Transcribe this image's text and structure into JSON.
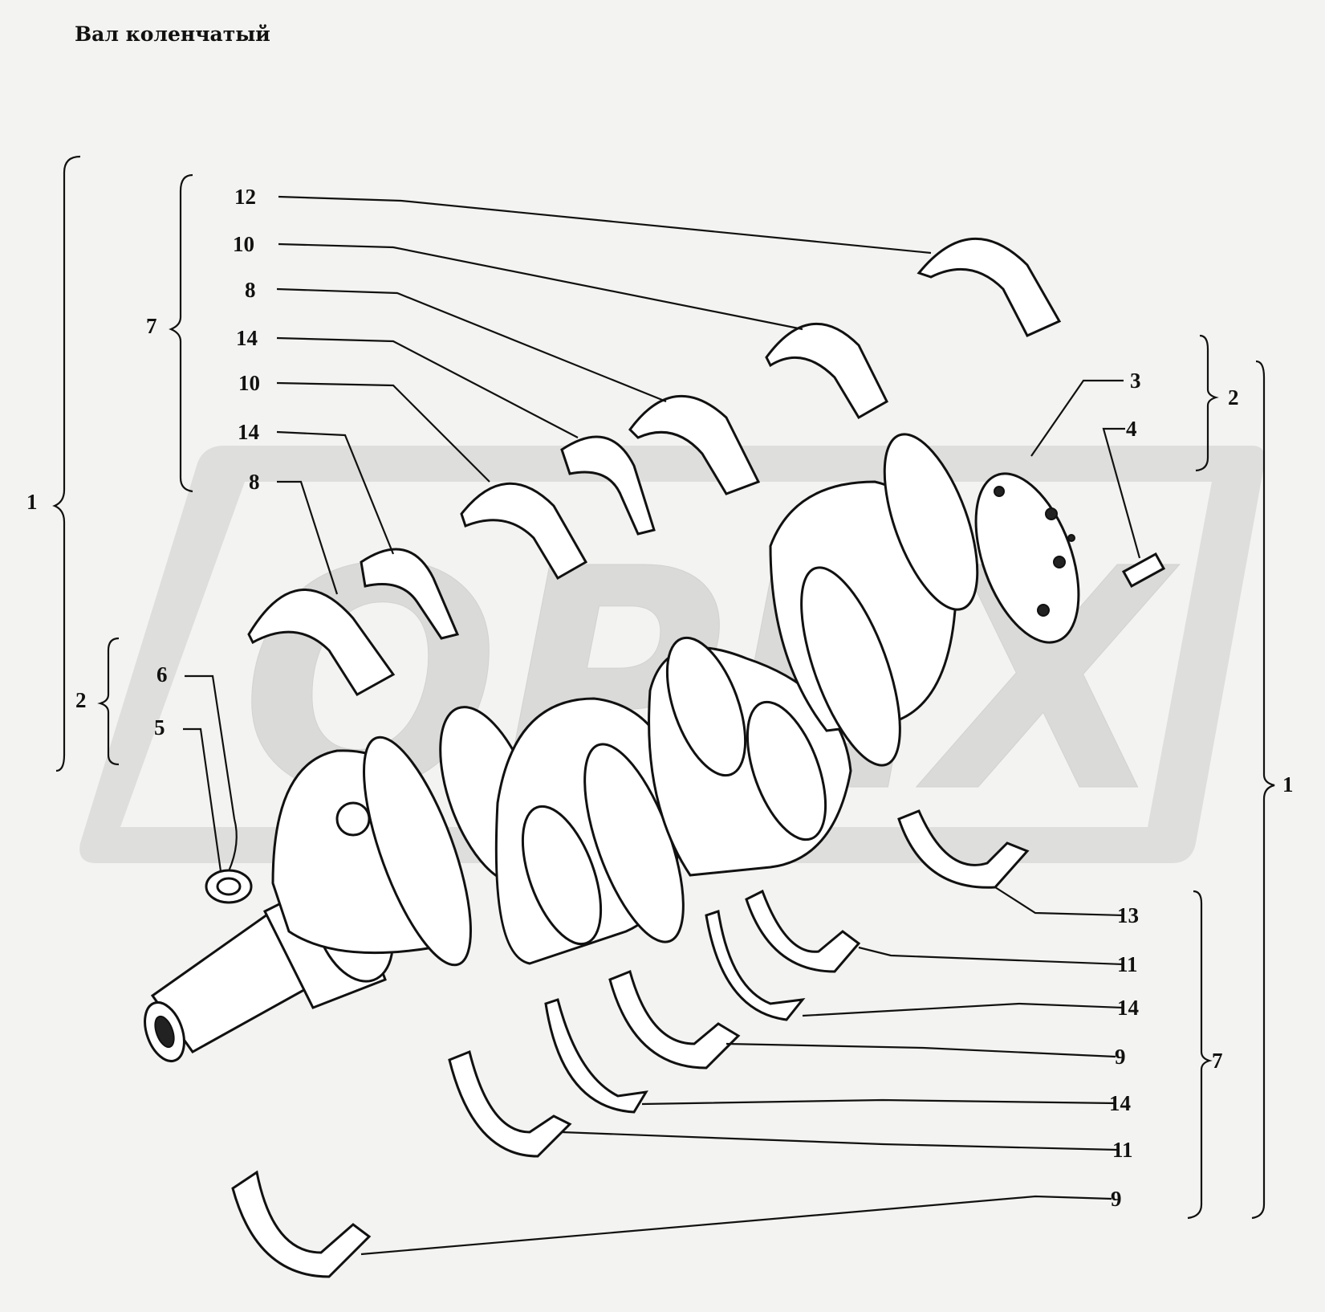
{
  "title": "Вал коленчатый",
  "watermark": "OPEX",
  "callouts": [
    {
      "id": "c12",
      "text": "12"
    },
    {
      "id": "c10a",
      "text": "10"
    },
    {
      "id": "c8a",
      "text": "8"
    },
    {
      "id": "c14a",
      "text": "14"
    },
    {
      "id": "c10b",
      "text": "10"
    },
    {
      "id": "c14b",
      "text": "14"
    },
    {
      "id": "c8b",
      "text": "8"
    },
    {
      "id": "c6",
      "text": "6"
    },
    {
      "id": "c5",
      "text": "5"
    },
    {
      "id": "c3",
      "text": "3"
    },
    {
      "id": "c4",
      "text": "4"
    },
    {
      "id": "c13",
      "text": "13"
    },
    {
      "id": "c11a",
      "text": "11"
    },
    {
      "id": "c14c",
      "text": "14"
    },
    {
      "id": "c9a",
      "text": "9"
    },
    {
      "id": "c14d",
      "text": "14"
    },
    {
      "id": "c11b",
      "text": "11"
    },
    {
      "id": "c9b",
      "text": "9"
    }
  ],
  "groups": [
    {
      "id": "g7-left",
      "text": "7"
    },
    {
      "id": "g1-left",
      "text": "1"
    },
    {
      "id": "g2-left",
      "text": "2"
    },
    {
      "id": "g2-right",
      "text": "2"
    },
    {
      "id": "g1-right",
      "text": "1"
    },
    {
      "id": "g7-right",
      "text": "7"
    }
  ]
}
